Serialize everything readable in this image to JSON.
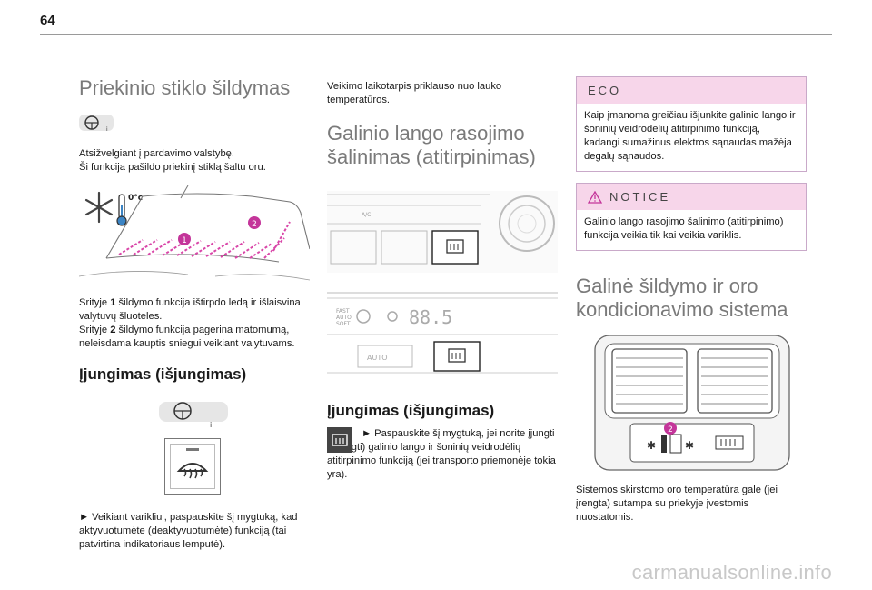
{
  "page": {
    "number": "64",
    "watermark": "carmanualsonline.info"
  },
  "col1": {
    "title": "Priekinio stiklo šildymas",
    "intro_line1": "Atsižvelgiant į pardavimo valstybę.",
    "intro_line2": "Ši funkcija pašildo priekinį stiklą šaltu oru.",
    "figure_label_temp": "0°c",
    "marker_1": "1",
    "marker_2": "2",
    "zone1_text_a": "Srityje ",
    "zone1_num": "1",
    "zone1_text_b": " šildymo funkcija ištirpdo ledą ir išlaisvina valytuvų šluoteles.",
    "zone2_text_a": "Srityje ",
    "zone2_num": "2",
    "zone2_text_b": " šildymo funkcija pagerina matomumą, neleisdama kauptis sniegui veikiant valytuvams.",
    "subtitle": "Įjungimas (išjungimas)",
    "instruction": "► Veikiant varikliui, paspauskite šį mygtuką, kad aktyvuotumėte (deaktyvuotumėte) funkciją (tai patvirtina indikatoriaus lemputė)."
  },
  "col2": {
    "intro": "Veikimo laikotarpis priklauso nuo lauko temperatūros.",
    "title_line1": "Galinio lango rasojimo",
    "title_line2": "šalinimas (atitirpinimas)",
    "panel1_ac": "A/C",
    "panel2_fast": "FAST",
    "panel2_auto_small": "AUTO",
    "panel2_soft": "SOFT",
    "panel2_display": "88.5",
    "panel2_auto": "AUTO",
    "subtitle": "Įjungimas (išjungimas)",
    "instruction": "► Paspauskite šį mygtuką, jei norite įjungti (išjungti) galinio lango ir šoninių veidrodėlių atitirpinimo funkciją (jei transporto priemonėje tokia yra)."
  },
  "col3": {
    "eco_header": "ECO",
    "eco_text": "Kaip įmanoma greičiau išjunkite galinio lango ir šoninių veidrodėlių atitirpinimo funkciją, kadangi sumažinus elektros sąnaudas mažėja degalų sąnaudos.",
    "notice_header": "NOTICE",
    "notice_text": "Galinio lango rasojimo šalinimo (atitirpinimo) funkcija veikia tik kai veikia variklis.",
    "title_line1": "Galinė šildymo ir oro",
    "title_line2": "kondicionavimo sistema",
    "marker_2": "2",
    "outro": "Sistemos skirstomo oro temperatūra gale (jei įrengta) sutampa su priekyje įvestomis nuostatomis."
  },
  "colors": {
    "title_gray": "#7a7a7a",
    "marker_magenta": "#c4359a",
    "box_pink": "#f7d6ea",
    "box_border": "#c9a9c9"
  }
}
